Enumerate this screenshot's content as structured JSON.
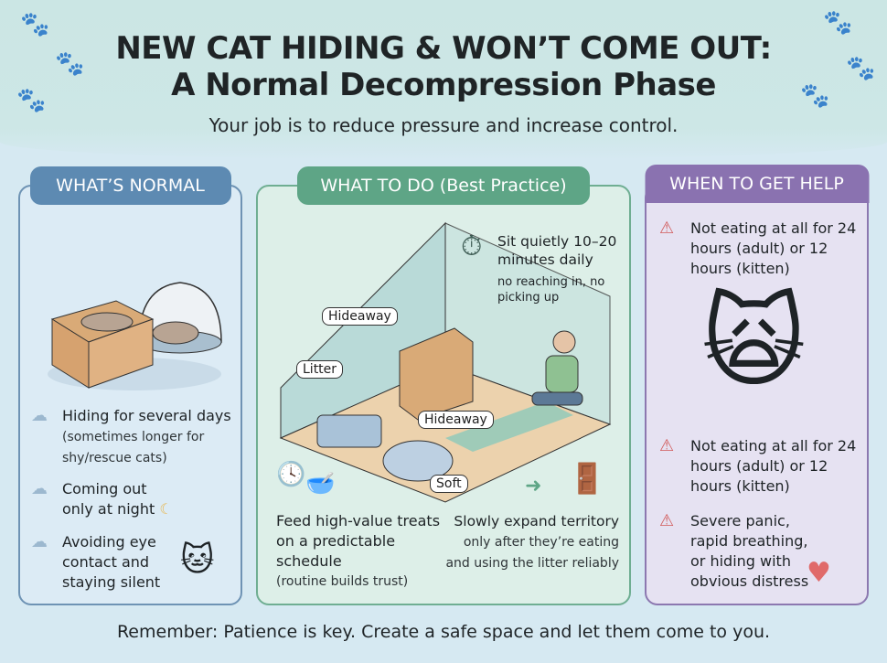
{
  "header": {
    "title_line1": "NEW CAT HIDING & WON’T COME OUT:",
    "title_line2": "A Normal Decompression Phase",
    "subtitle": "Your job is to reduce pressure and increase control."
  },
  "panels": {
    "normal": {
      "title": "WHAT’S NORMAL",
      "illustration": "cats hiding in cardboard box and covered bed",
      "items": [
        {
          "icon": "cloud-icon",
          "bold": "Hiding for several days",
          "note": "(sometimes longer for shy/rescue cats)"
        },
        {
          "icon": "cloud-icon",
          "bold": "Coming out only at night",
          "note": ""
        },
        {
          "icon": "cloud-icon",
          "bold": "Avoiding eye contact and staying silent",
          "note": ""
        }
      ]
    },
    "todo": {
      "title": "WHAT TO DO (Best Practice)",
      "room_labels": [
        "Hideaway",
        "Litter",
        "Hideaway",
        "Soft"
      ],
      "sit_quietly": {
        "main": "Sit quietly 10–20 minutes daily",
        "note": "no reaching in, no picking up"
      },
      "feed": {
        "main": "Feed high-value treats on a predictable schedule",
        "note": "(routine builds trust)"
      },
      "expand": {
        "bold": "Slowly expand territory",
        "rest": "only after they’re eating and using the litter reliably"
      }
    },
    "help": {
      "title": "WHEN TO GET HELP",
      "items": [
        {
          "icon": "warning-icon",
          "text": "Not eating at all for 24 hours (adult) or 12 hours (kitten)"
        },
        {
          "icon": "warning-icon",
          "text": "Not eating at all for 24 hours (adult) or 12 hours (kitten)"
        },
        {
          "icon": "warning-icon",
          "text": "Severe panic, rapid breathing, or hiding with obvious distress"
        }
      ]
    }
  },
  "footer": "Remember: Patience is key. Create a safe space and let them come to you.",
  "colors": {
    "normal": "#5d8ab2",
    "todo": "#5ea586",
    "help": "#8a72b0",
    "warning": "#d25a5a"
  }
}
